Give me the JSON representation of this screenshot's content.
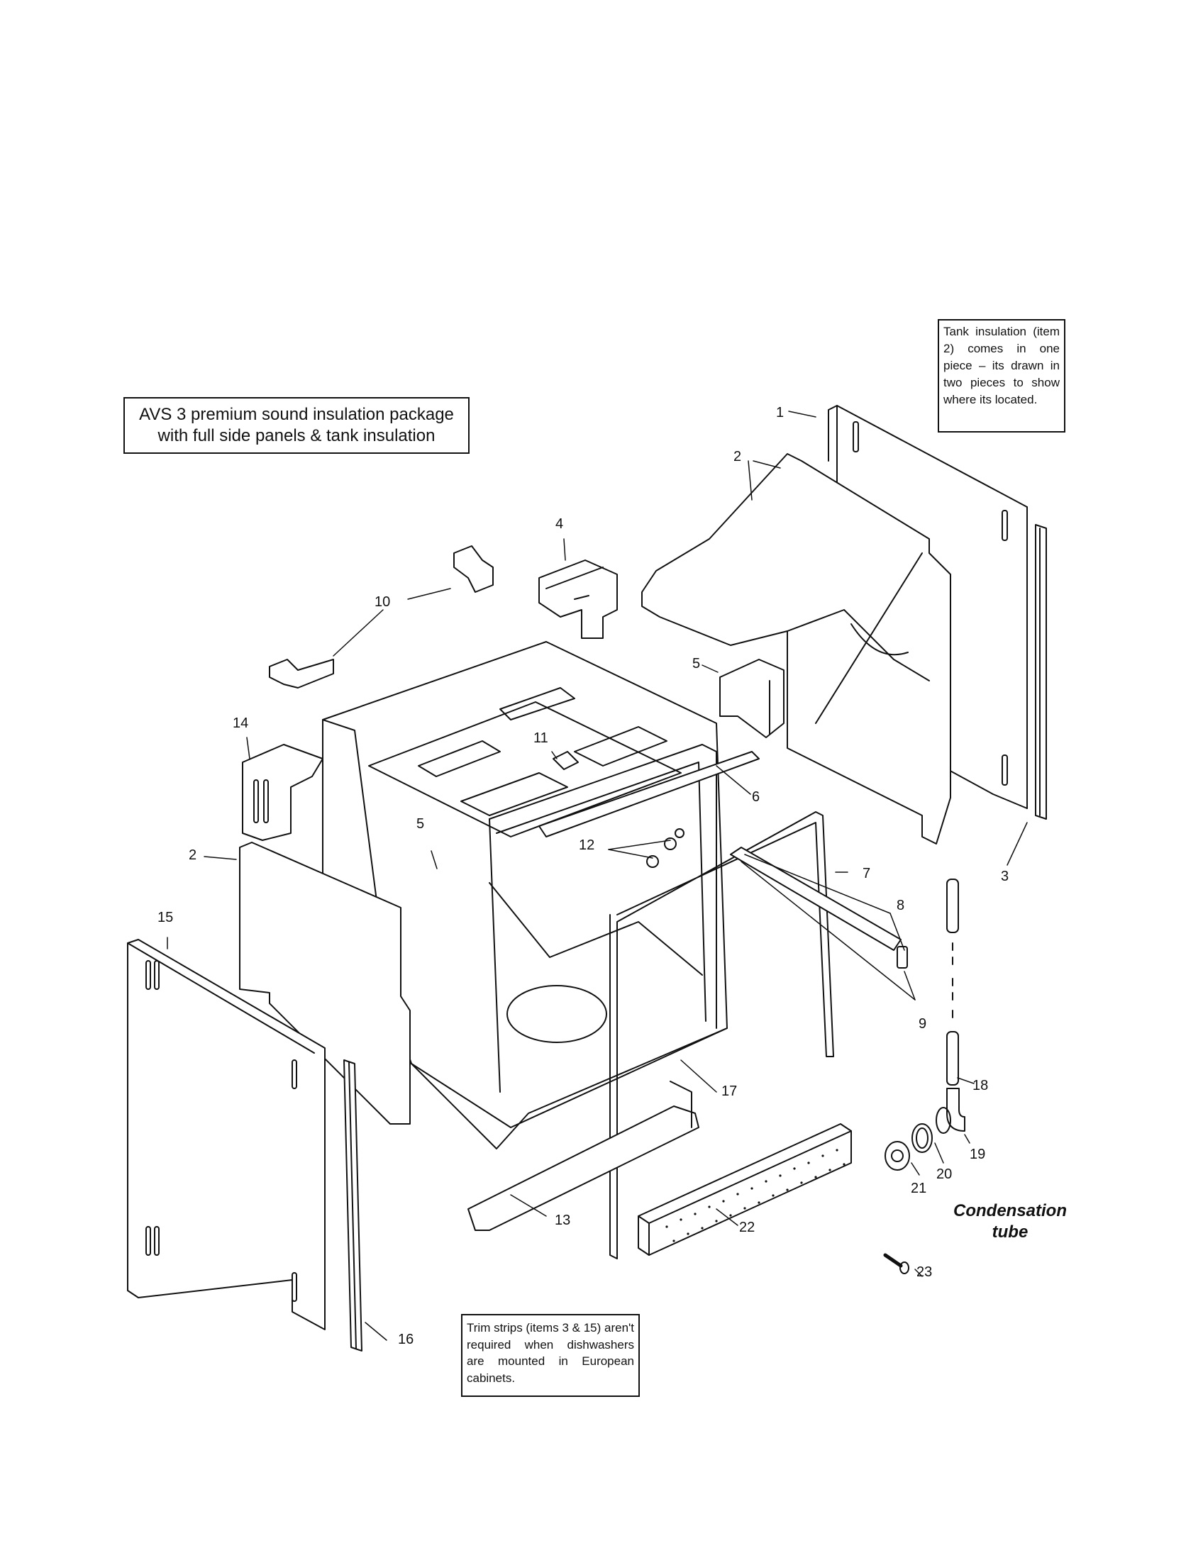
{
  "title_note": {
    "line1": "AVS 3 premium sound insulation package",
    "line2": "with full side panels & tank insulation"
  },
  "tank_note": "Tank insulation (item 2) comes in one piece – its drawn in two pieces to show where its located.",
  "trim_note": "Trim strips (items 3 & 15) aren't required when dishwashers are mounted in European cabinets.",
  "caption": {
    "line1": "Condensation",
    "line2": "tube"
  },
  "part_labels": {
    "p1": "1",
    "p2a": "2",
    "p2b": "2",
    "p3": "3",
    "p4": "4",
    "p5a": "5",
    "p5b": "5",
    "p6": "6",
    "p7": "7",
    "p8": "8",
    "p9": "9",
    "p10": "10",
    "p11": "11",
    "p12": "12",
    "p13": "13",
    "p14": "14",
    "p15": "15",
    "p16": "16",
    "p17": "17",
    "p18": "18",
    "p19": "19",
    "p20": "20",
    "p21": "21",
    "p22": "22",
    "p23": "23"
  }
}
